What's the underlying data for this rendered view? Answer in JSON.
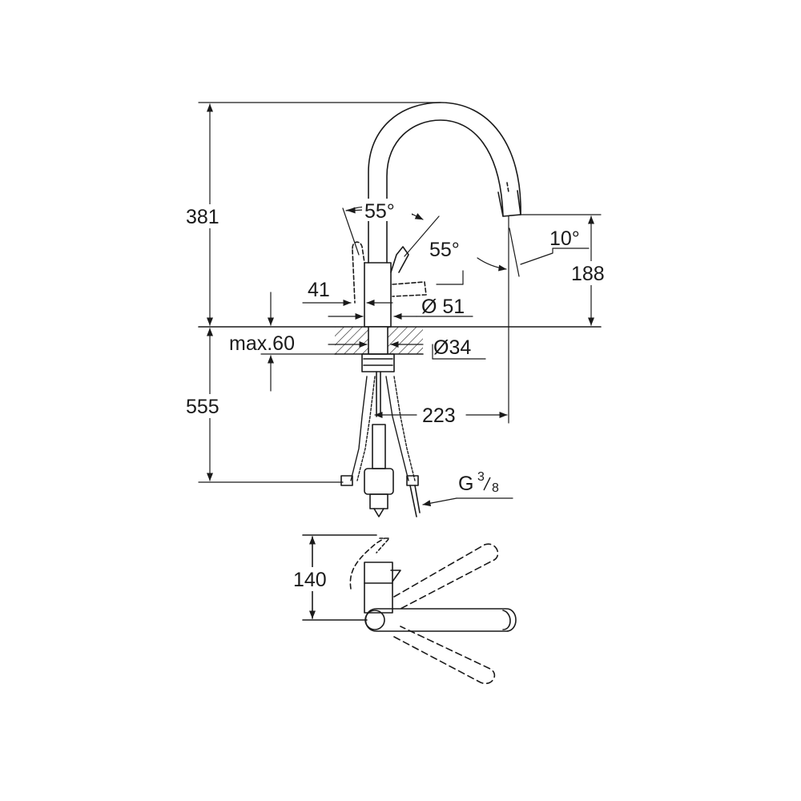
{
  "drawing": {
    "colors": {
      "line": "#1a1a1a",
      "background": "#ffffff"
    },
    "dimensions": {
      "total_height": "381",
      "spout_height": "188",
      "below_deck": "555",
      "reach": "223",
      "lever_offset": "41",
      "max_deck": "max.60",
      "body_diameter": "Ø 51",
      "hole_diameter": "Ø34",
      "lever_angle_top": "55°",
      "lever_angle_side": "55°",
      "spout_angle": "10°",
      "top_view_depth": "140"
    },
    "connection": {
      "thread": "G",
      "numerator": "3",
      "denominator": "8"
    }
  }
}
